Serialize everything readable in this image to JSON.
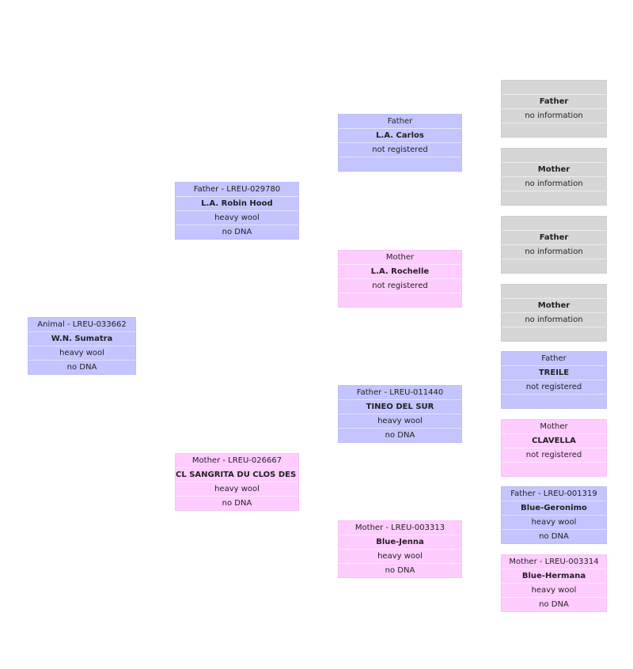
{
  "animal": {
    "line1": "Animal - LREU-033662",
    "line2": "W.N. Sumatra",
    "line3": "heavy wool",
    "line4": "no DNA"
  },
  "f": {
    "line1": "Father - LREU-029780",
    "line2": "L.A. Robin Hood",
    "line3": "heavy wool",
    "line4": "no DNA"
  },
  "m": {
    "line1": "Mother - LREU-026667",
    "line2": "CL SANGRITA DU CLOS DES LAMA",
    "line3": "heavy wool",
    "line4": "no DNA"
  },
  "ff": {
    "line1": "Father",
    "line2": "L.A. Carlos",
    "line3": "not registered",
    "line4": ""
  },
  "fm": {
    "line1": "Mother",
    "line2": "L.A. Rochelle",
    "line3": "not registered",
    "line4": ""
  },
  "mf": {
    "line1": "Father - LREU-011440",
    "line2": "TINEO DEL SUR",
    "line3": "heavy wool",
    "line4": "no DNA"
  },
  "mm": {
    "line1": "Mother - LREU-003313",
    "line2": "Blue-Jenna",
    "line3": "heavy wool",
    "line4": "no DNA"
  },
  "fff": {
    "line1": "",
    "line2": "Father",
    "line3": "no information",
    "line4": ""
  },
  "ffm": {
    "line1": "",
    "line2": "Mother",
    "line3": "no information",
    "line4": ""
  },
  "fmf": {
    "line1": "",
    "line2": "Father",
    "line3": "no information",
    "line4": ""
  },
  "fmm": {
    "line1": "",
    "line2": "Mother",
    "line3": "no information",
    "line4": ""
  },
  "mff": {
    "line1": "Father",
    "line2": "TREILE",
    "line3": "not registered",
    "line4": ""
  },
  "mfm": {
    "line1": "Mother",
    "line2": "CLAVELLA",
    "line3": "not registered",
    "line4": ""
  },
  "mmf": {
    "line1": "Father - LREU-001319",
    "line2": "Blue-Geronimo",
    "line3": "heavy wool",
    "line4": "no DNA"
  },
  "mmm": {
    "line1": "Mother - LREU-003314",
    "line2": "Blue-Hermana",
    "line3": "heavy wool",
    "line4": "no DNA"
  }
}
